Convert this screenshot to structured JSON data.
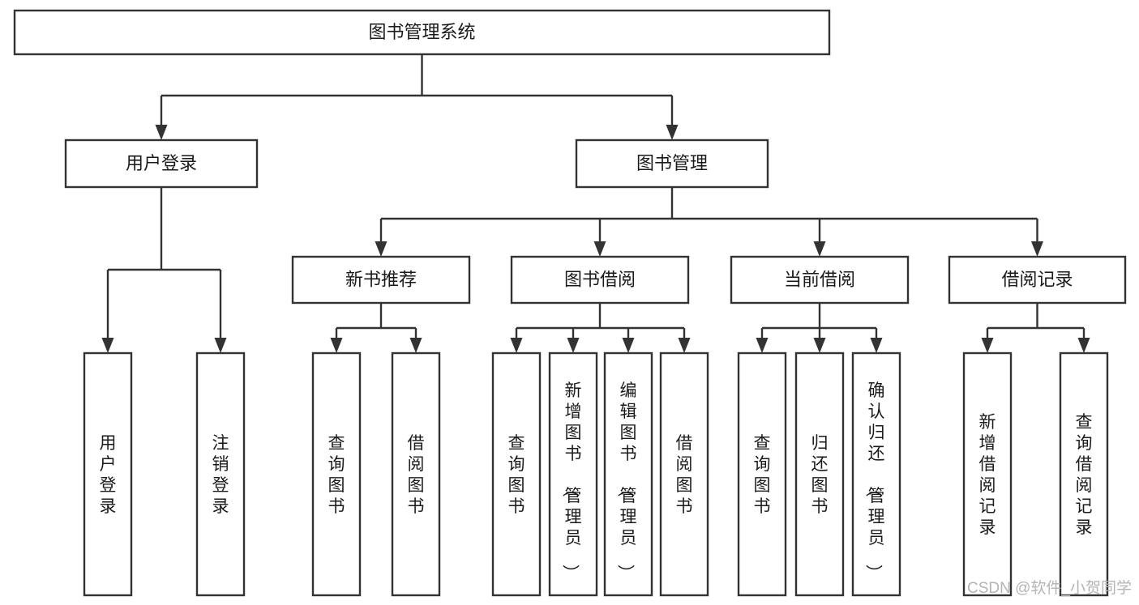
{
  "diagram": {
    "title": "图书管理系统",
    "type": "tree-hierarchy-chart",
    "watermark": "CSDN @软件_小贺同学",
    "nodes": {
      "root": {
        "label": "图书管理系统"
      },
      "level2": [
        {
          "id": "user-login",
          "label": "用户登录"
        },
        {
          "id": "book-management",
          "label": "图书管理"
        }
      ],
      "level3": [
        {
          "id": "new-book-recommend",
          "label": "新书推荐"
        },
        {
          "id": "book-borrow",
          "label": "图书借阅"
        },
        {
          "id": "current-borrow",
          "label": "当前借阅"
        },
        {
          "id": "borrow-record",
          "label": "借阅记录"
        }
      ],
      "leaves": {
        "user-login": [
          {
            "id": "leaf-user-login",
            "label": "用户登录"
          },
          {
            "id": "leaf-user-logout",
            "label": "注销登录"
          }
        ],
        "new-book-recommend": [
          {
            "id": "leaf-query-book-1",
            "label": "查询图书"
          },
          {
            "id": "leaf-borrow-book-1",
            "label": "借阅图书"
          }
        ],
        "book-borrow": [
          {
            "id": "leaf-query-book-2",
            "label": "查询图书"
          },
          {
            "id": "leaf-add-book",
            "label": "新增图书（管理员）"
          },
          {
            "id": "leaf-edit-book",
            "label": "编辑图书（管理员）"
          },
          {
            "id": "leaf-borrow-book-2",
            "label": "借阅图书"
          }
        ],
        "current-borrow": [
          {
            "id": "leaf-query-book-3",
            "label": "查询图书"
          },
          {
            "id": "leaf-return-book",
            "label": "归还图书"
          },
          {
            "id": "leaf-confirm-return",
            "label": "确认归还（管理员）"
          }
        ],
        "borrow-record": [
          {
            "id": "leaf-add-record",
            "label": "新增借阅记录"
          },
          {
            "id": "leaf-query-record",
            "label": "查询借阅记录"
          }
        ]
      }
    },
    "colors": {
      "box_stroke": "#333333",
      "box_fill": "#ffffff",
      "text": "#1a1a1a",
      "connector": "#333333",
      "watermark": "#b4b4b4",
      "background": "#ffffff"
    }
  }
}
